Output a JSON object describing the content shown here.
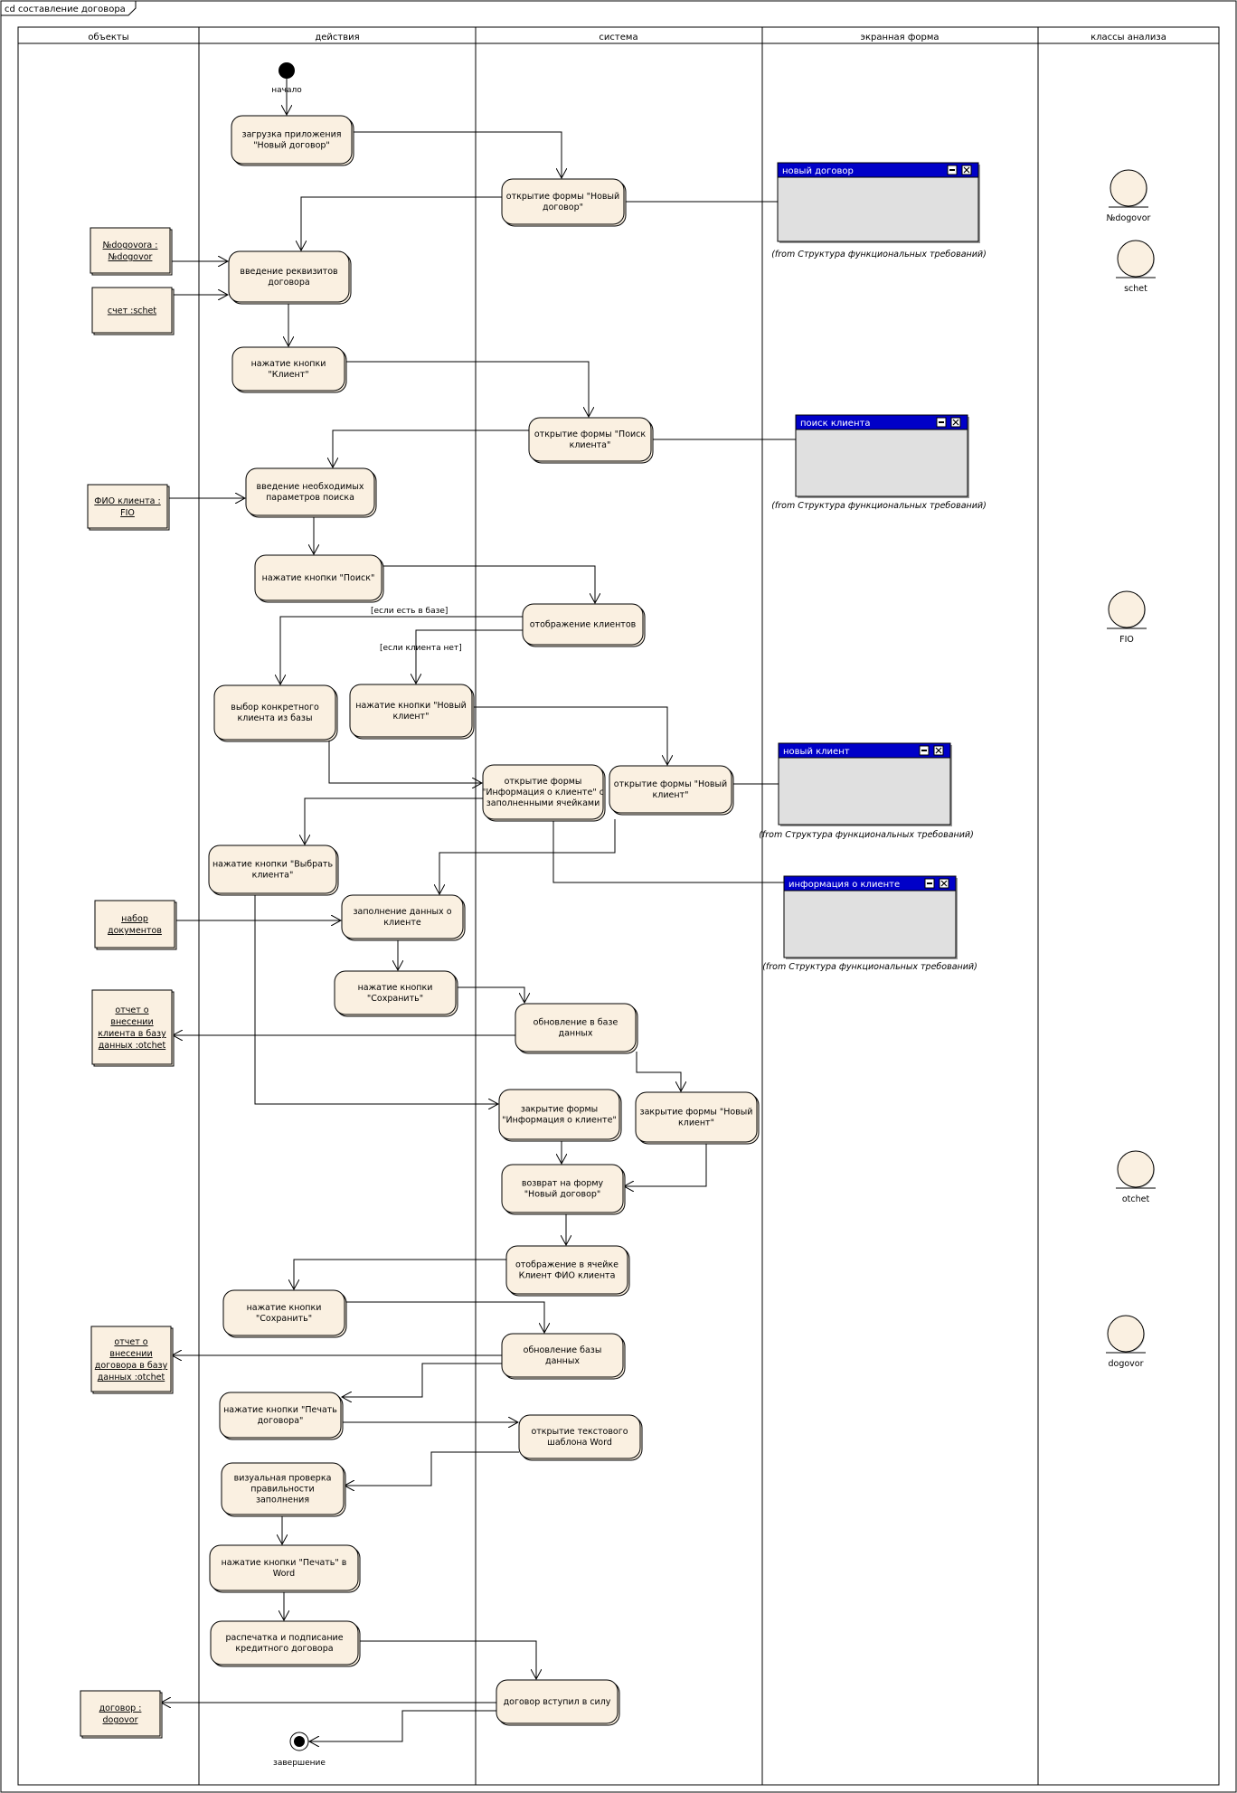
{
  "frame_title": "cd составление договора",
  "lanes": [
    "объекты",
    "действия",
    "система",
    "экранная форма",
    "классы анализа"
  ],
  "start_label": "начало",
  "end_label": "завершение",
  "activities": {
    "a1": [
      "загрузка приложения",
      "\"Новый договор\""
    ],
    "a2": [
      "открытие формы \"Новый",
      "договор\""
    ],
    "a3": [
      "введение реквизитов",
      "договора"
    ],
    "a4": [
      "нажатие кнопки",
      "\"Клиент\""
    ],
    "a5": [
      "открытие формы \"Поиск",
      "клиента\""
    ],
    "a6": [
      "введение необходимых",
      "параметров поиска"
    ],
    "a7": [
      "нажатие кнопки \"Поиск\""
    ],
    "a8": [
      "отображение клиентов"
    ],
    "a9": [
      "выбор конкретного",
      "клиента из базы"
    ],
    "a10": [
      "нажатие кнопки \"Новый",
      "клиент\""
    ],
    "a11": [
      "открытие формы",
      "\"Информация о клиенте\" с",
      "заполненными ячейками"
    ],
    "a12": [
      "открытие формы \"Новый",
      "клиент\""
    ],
    "a13": [
      "нажатие кнопки \"Выбрать",
      "клиента\""
    ],
    "a14": [
      "заполнение данных о",
      "клиенте"
    ],
    "a15": [
      "нажатие кнопки",
      "\"Сохранить\""
    ],
    "a16": [
      "обновление в базе",
      "данных"
    ],
    "a17": [
      "закрытие формы",
      "\"Информация о клиенте\""
    ],
    "a18": [
      "закрытие формы \"Новый",
      "клиент\""
    ],
    "a19": [
      "возврат на форму",
      "\"Новый договор\""
    ],
    "a20": [
      "отображение в ячейке",
      "Клиент ФИО клиента"
    ],
    "a21": [
      "нажатие кнопки",
      "\"Сохранить\""
    ],
    "a22": [
      "обновление базы",
      "данных"
    ],
    "a23": [
      "нажатие кнопки \"Печать",
      "договора\""
    ],
    "a24": [
      "открытие текстового",
      "шаблона Word"
    ],
    "a25": [
      "визуальная проверка",
      "правильности",
      "заполнения"
    ],
    "a26": [
      "нажатие кнопки \"Печать\" в",
      "Word"
    ],
    "a27": [
      "распечатка и подписание",
      "кредитного договора"
    ],
    "a28": [
      "договор вступил в силу"
    ]
  },
  "objects": {
    "o1": [
      "№dogovora :",
      "№dogovor"
    ],
    "o2": [
      "счет :schet"
    ],
    "o3": [
      "ФИО клиента :",
      "FIO"
    ],
    "o4": [
      "набор",
      "документов"
    ],
    "o5": [
      "отчет о",
      "внесении",
      "клиента в базу",
      "данных :otchet"
    ],
    "o6": [
      "отчет о",
      "внесении",
      "договора в базу",
      "данных :otchet"
    ],
    "o7": [
      "договор :",
      "dogovor"
    ]
  },
  "forms": {
    "f1": {
      "title": "новый договор",
      "note": "(from Структура функциональных требований)"
    },
    "f2": {
      "title": "поиск клиента",
      "note": "(from Структура функциональных требований)"
    },
    "f3": {
      "title": "новый клиент",
      "note": "(from Структура функциональных требований)"
    },
    "f4": {
      "title": "информация о клиенте",
      "note": "(from Структура функциональных требований)"
    }
  },
  "entities": {
    "e1": "№dogovor",
    "e2": "schet",
    "e3": "FIO",
    "e4": "otchet",
    "e5": "dogovor"
  },
  "guards": {
    "g1": "[если есть в базе]",
    "g2": "[если клиента нет]"
  },
  "colors": {
    "node_fill": "#faf0e1",
    "form_titlebar": "#0000c8",
    "form_body": "#e0e0e0"
  }
}
